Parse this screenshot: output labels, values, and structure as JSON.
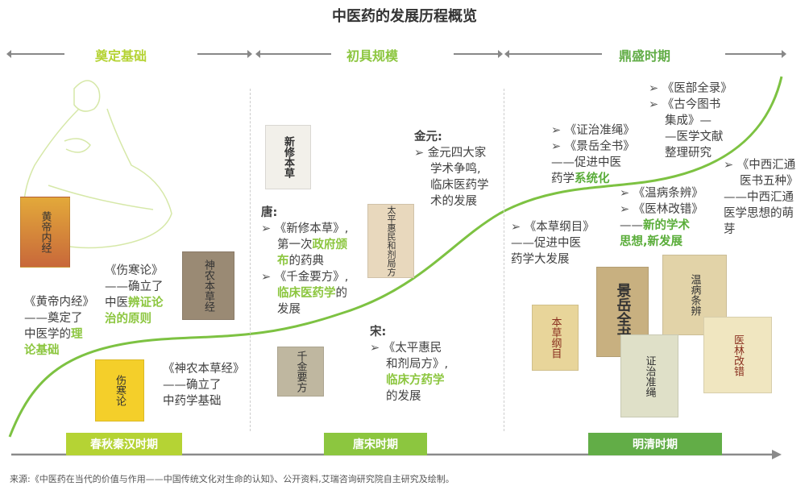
{
  "title": "中医药的发展历程概览",
  "eras": [
    "奠定基础",
    "初具规模",
    "鼎盛时期"
  ],
  "periods": [
    "春秋秦汉时期",
    "唐宋时期",
    "明清时期"
  ],
  "colors": {
    "light_green": "#b5d334",
    "mid_green": "#8cc63f",
    "dark_green": "#62ad47"
  },
  "left": {
    "huangdi": {
      "a": "《黄帝内经》",
      "b": "——奠定了",
      "c": "中医学的",
      "d": "理",
      "e": "论基础"
    },
    "shanghan": {
      "a": "《伤寒论》",
      "b": "——确立了",
      "c": "中医",
      "d": "辨证论",
      "e": "治的原则"
    },
    "shennong": {
      "a": "《神农本草经》",
      "b": "——确立了",
      "c": "中药学基础"
    }
  },
  "mid": {
    "tang": {
      "head": "唐:",
      "i1a": "《新修本草》,",
      "i1b": "第一次",
      "i1c": "政府颁",
      "i1d": "布",
      "i1e": "的药典",
      "i2a": "《千金要方》,",
      "i2b": "临床医药学",
      "i2c": "的",
      "i2d": "发展"
    },
    "jinyuan": {
      "head": "金元:",
      "a": "金元四大家",
      "b": "学术争鸣,",
      "c": "临床医药学",
      "d": "术的发展"
    },
    "song": {
      "head": "宋:",
      "a": "《太平惠民",
      "b": "和剂局方》,",
      "c": "临床方药学",
      "d": "的发展"
    }
  },
  "right": {
    "bencao": {
      "a": "《本草纲目》",
      "b": "——促进中医",
      "c": "药学大发展"
    },
    "zhengzhi": {
      "a": "《证治准绳》",
      "b": "《景岳全书》",
      "c": "——促进中医",
      "d": "药学",
      "e": "系统化"
    },
    "wenbing": {
      "a": "《温病条辨》",
      "b": "《医林改错》",
      "c": "——",
      "d": "新的学术",
      "e": "思想,新发展"
    },
    "yibu": {
      "a": "《医部全录》",
      "b": "《古今图书",
      "c": "集成》—",
      "d": "—医学文献",
      "e": "整理研究"
    },
    "zhongxi": {
      "a": "《中西汇通",
      "b": "医书五种》",
      "c": "——中西汇通",
      "d": "医学思想的萌",
      "e": "芽"
    }
  },
  "books": {
    "huangdi": "黄帝内经",
    "shennong": "神农本草经",
    "shanghan": "伤寒论",
    "xinxiu": "新修本草",
    "taiping": "太平惠民和剂局方",
    "qianjin": "千金要方",
    "bencao": "本草纲目",
    "jingyue": "景岳全书",
    "wenbing": "温病条辨",
    "zhengzhi": "证治准绳",
    "yilin": "医林改错"
  },
  "source": "来源:《中医药在当代的价值与作用——中国传统文化对生命的认知》、公开资料,艾瑞咨询研究院自主研究及绘制。"
}
